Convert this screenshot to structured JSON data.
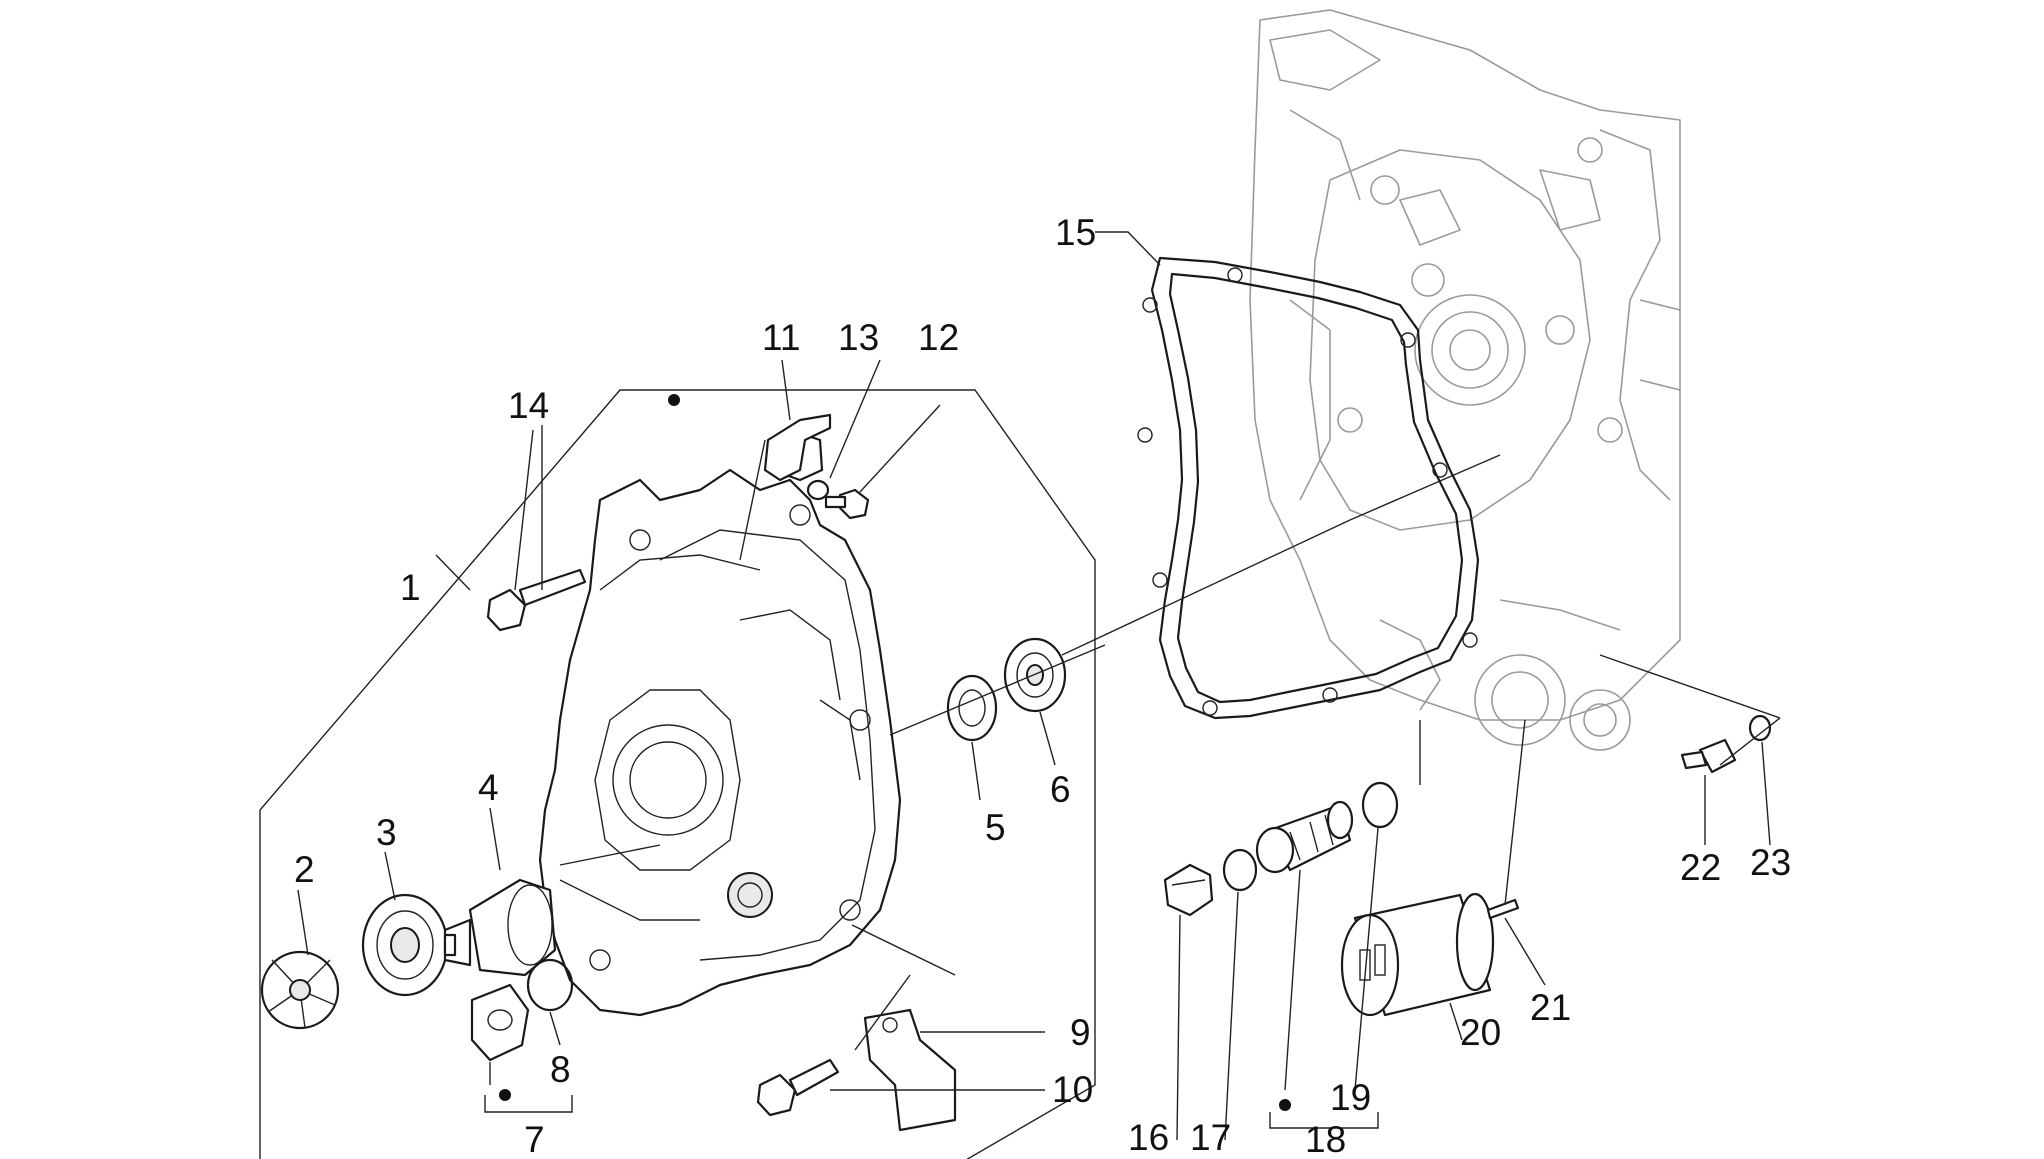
{
  "labels": [
    {
      "id": "1",
      "text": "1"
    },
    {
      "id": "2",
      "text": "2"
    },
    {
      "id": "3",
      "text": "3"
    },
    {
      "id": "4",
      "text": "4"
    },
    {
      "id": "5",
      "text": "5"
    },
    {
      "id": "6",
      "text": "6"
    },
    {
      "id": "7",
      "text": "7"
    },
    {
      "id": "8",
      "text": "8"
    },
    {
      "id": "9",
      "text": "9"
    },
    {
      "id": "10",
      "text": "10"
    },
    {
      "id": "11",
      "text": "11"
    },
    {
      "id": "12",
      "text": "12"
    },
    {
      "id": "13",
      "text": "13"
    },
    {
      "id": "14",
      "text": "14"
    },
    {
      "id": "15",
      "text": "15"
    },
    {
      "id": "16",
      "text": "16"
    },
    {
      "id": "17",
      "text": "17"
    },
    {
      "id": "18",
      "text": "18"
    },
    {
      "id": "19",
      "text": "19"
    },
    {
      "id": "20",
      "text": "20"
    },
    {
      "id": "21",
      "text": "21"
    },
    {
      "id": "22",
      "text": "22"
    },
    {
      "id": "23",
      "text": "23"
    }
  ]
}
